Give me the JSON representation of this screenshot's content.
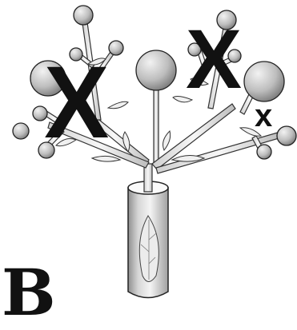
{
  "figure": {
    "panel_label": "B",
    "marks": [
      "X",
      "X",
      "x"
    ],
    "description_icons": [
      "stem-icon",
      "leaf-icon",
      "flower-bud-icon",
      "vial-icon"
    ],
    "colors": {
      "bud_light": "#e8e8e8",
      "bud_dark": "#8a8a8a",
      "outline": "#222222",
      "mark": "#111111"
    }
  }
}
